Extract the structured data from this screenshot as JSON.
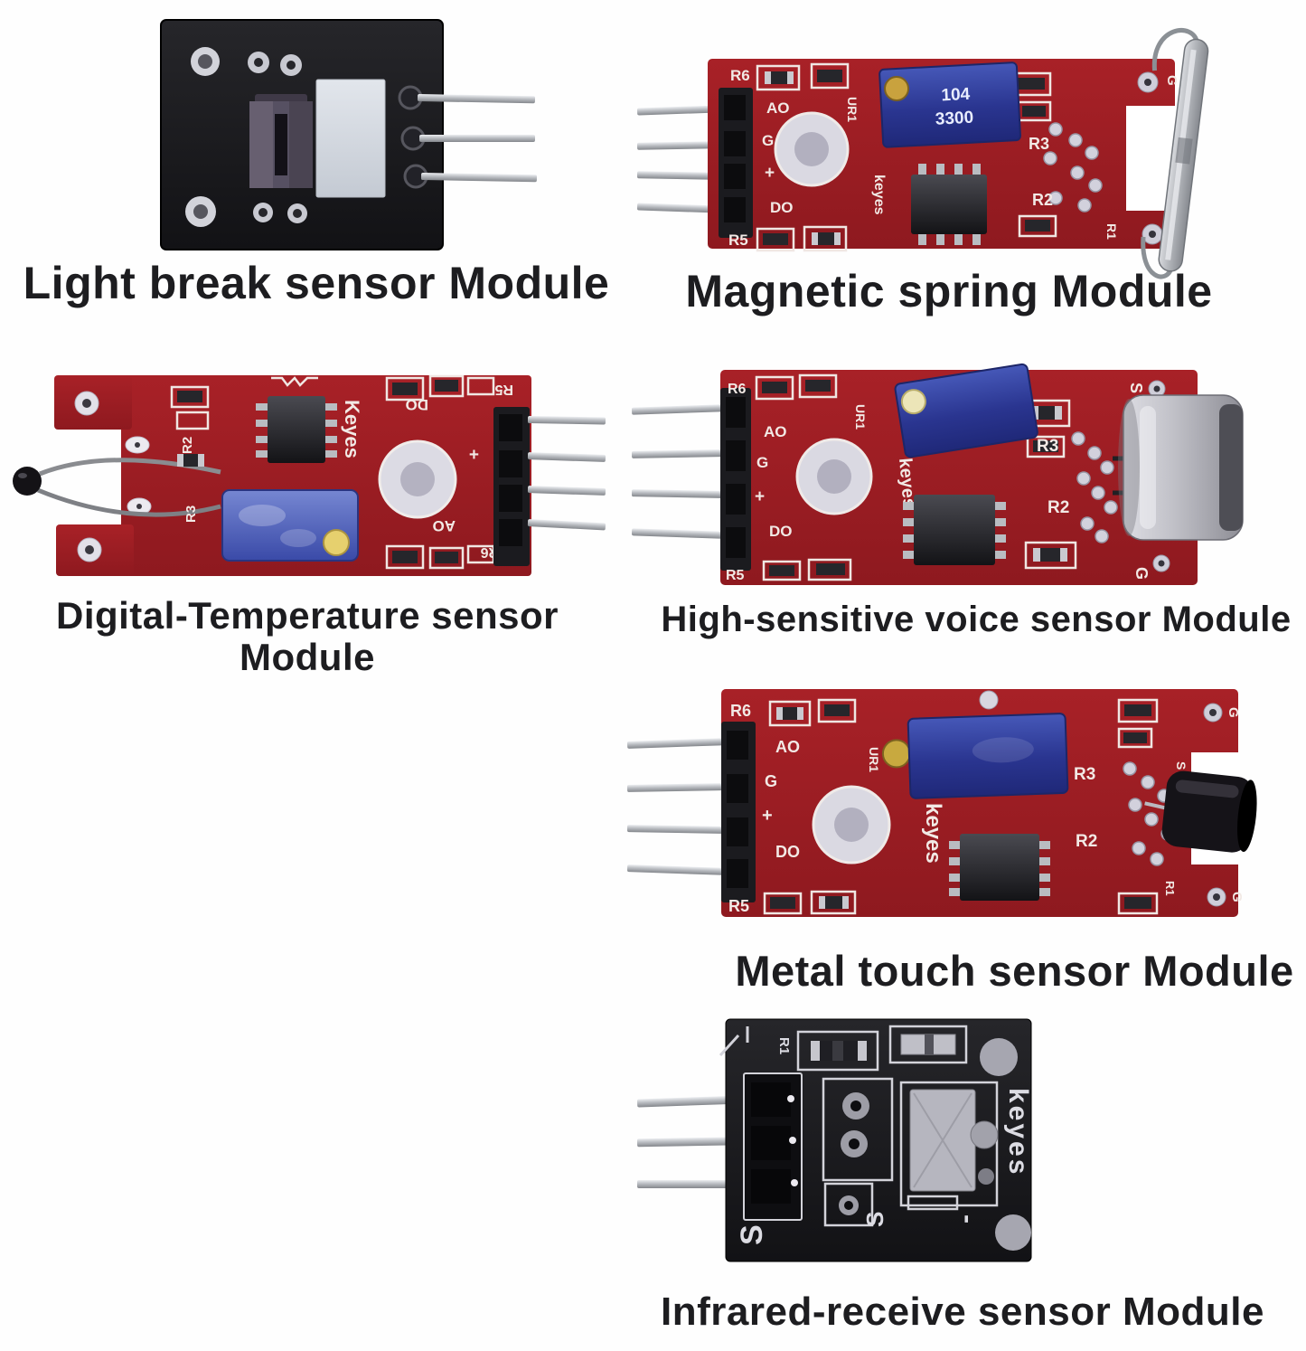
{
  "page": {
    "background_color": "#ffffff"
  },
  "colors": {
    "pcb_red": "#9e1e24",
    "pcb_black": "#17171a",
    "trimmer_blue": "#2c3c9c",
    "pin_silver": "#b9bcc2",
    "silkscreen_white": "#f2e9e5",
    "caption_text": "#1d1d20"
  },
  "modules": [
    {
      "id": "light-break-sensor",
      "label": "Light break sensor Module"
    },
    {
      "id": "magnetic-spring",
      "label": "Magnetic spring Module"
    },
    {
      "id": "digital-temperature-sensor",
      "label": "Digital-Temperature sensor Module"
    },
    {
      "id": "high-sensitive-voice-sensor",
      "label": "High-sensitive voice sensor Module"
    },
    {
      "id": "metal-touch-sensor",
      "label": "Metal touch sensor Module"
    },
    {
      "id": "infrared-receive-sensor",
      "label": "Infrared-receive sensor Module"
    }
  ],
  "silkscreen": {
    "r1": "R1",
    "r2": "R2",
    "r3": "R3",
    "r5": "R5",
    "r6": "R6",
    "ur1": "UR1",
    "ao": "AO",
    "do": "DO",
    "g": "G",
    "plus": "+",
    "s": "S",
    "minus": "-",
    "keyes_lower": "keyes",
    "keyes_title": "Keyes",
    "trimmer_value_top": "104",
    "trimmer_value_bottom": "3300"
  }
}
